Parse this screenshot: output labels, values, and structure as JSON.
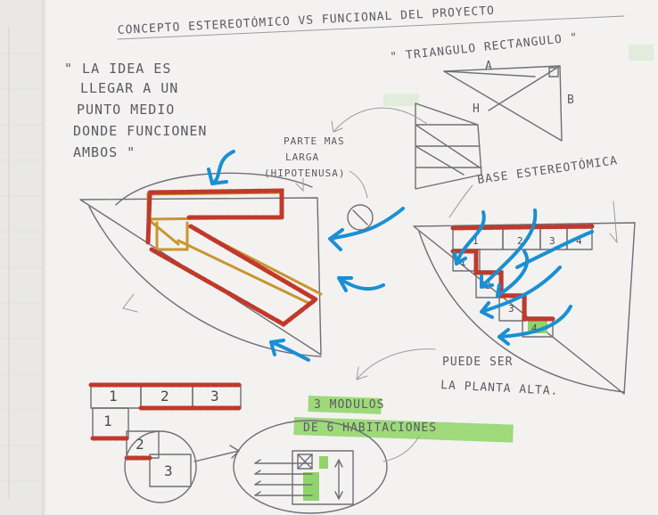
{
  "title": "CONCEPTO ESTEREOTÓMICO VS FUNCIONAL DEL PROYECTO",
  "note": {
    "line1": "\" LA IDEA ES",
    "line2": "LLEGAR A UN",
    "line3": "PUNTO MEDIO",
    "line4": "DONDE FUNCIONEN",
    "line5": "AMBOS \""
  },
  "triangle": {
    "label": "\" TRIANGULO RECTANGULO \"",
    "vertex_a": "A",
    "vertex_b": "B",
    "vertex_h": "H"
  },
  "hypotenuse": {
    "line1": "PARTE MAS",
    "line2": "LARGA",
    "line3": "(HIPOTENUSA)"
  },
  "base_label": "BASE ESTEREOTÓMICA",
  "upper_floor": {
    "line1": "PUEDE SER",
    "line2": "LA PLANTA ALTA."
  },
  "modules": {
    "line1": "3 MODULOS",
    "line2": "DE 6 HABITACIONES"
  },
  "grid_numbers": {
    "right_top": [
      "1",
      "2",
      "3",
      "4"
    ],
    "right_diag": [
      "1",
      "2",
      "3",
      "4"
    ],
    "bottom_top": [
      "1",
      "2",
      "3"
    ],
    "bottom_diag": [
      "1",
      "2",
      "3"
    ]
  },
  "colors": {
    "pencil": "#6e6e76",
    "red": "#c0392b",
    "ochre": "#c9952f",
    "blue": "#1a8fd4",
    "green_highlight": "#8fd46a",
    "paper": "#f3f2f0"
  }
}
